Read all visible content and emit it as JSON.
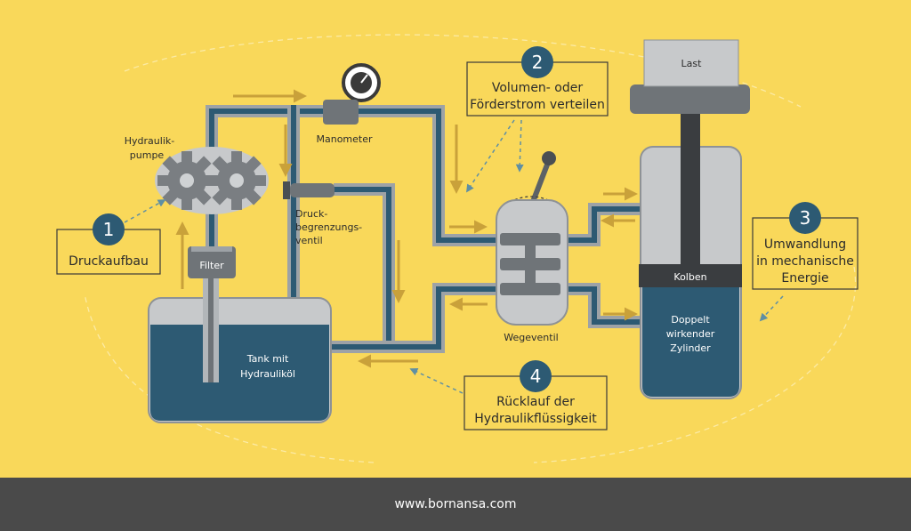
{
  "steps": [
    {
      "number": "1",
      "label": "Druckaufbau"
    },
    {
      "number": "2",
      "line1": "Volumen- oder",
      "line2": "Förderstrom verteilen"
    },
    {
      "number": "3",
      "line1": "Umwandlung",
      "line2": "in mechanische",
      "line3": "Energie"
    },
    {
      "number": "4",
      "line1": "Rücklauf der",
      "line2": "Hydraulikflüssigkeit"
    }
  ],
  "components": {
    "pump_line1": "Hydraulik-",
    "pump_line2": "pumpe",
    "manometer": "Manometer",
    "valve_line1": "Druck-",
    "valve_line2": "begrenzungs-",
    "valve_line3": "ventil",
    "filter": "Filter",
    "tank_line1": "Tank mit",
    "tank_line2": "Hydrauliköl",
    "directional_valve": "Wegeventil",
    "load": "Last",
    "piston": "Kolben",
    "cylinder_line1": "Doppelt",
    "cylinder_line2": "wirkender",
    "cylinder_line3": "Zylinder"
  },
  "colors": {
    "background": "#f9d85a",
    "pipe_outer": "#9da2a6",
    "pipe_inner": "#2d5a73",
    "fluid": "#2d5a73",
    "badge": "#2d5a73",
    "flow_arrow": "#c9a13a",
    "footer": "#4a4a4a"
  },
  "footer": {
    "url": "www.bornansa.com"
  }
}
